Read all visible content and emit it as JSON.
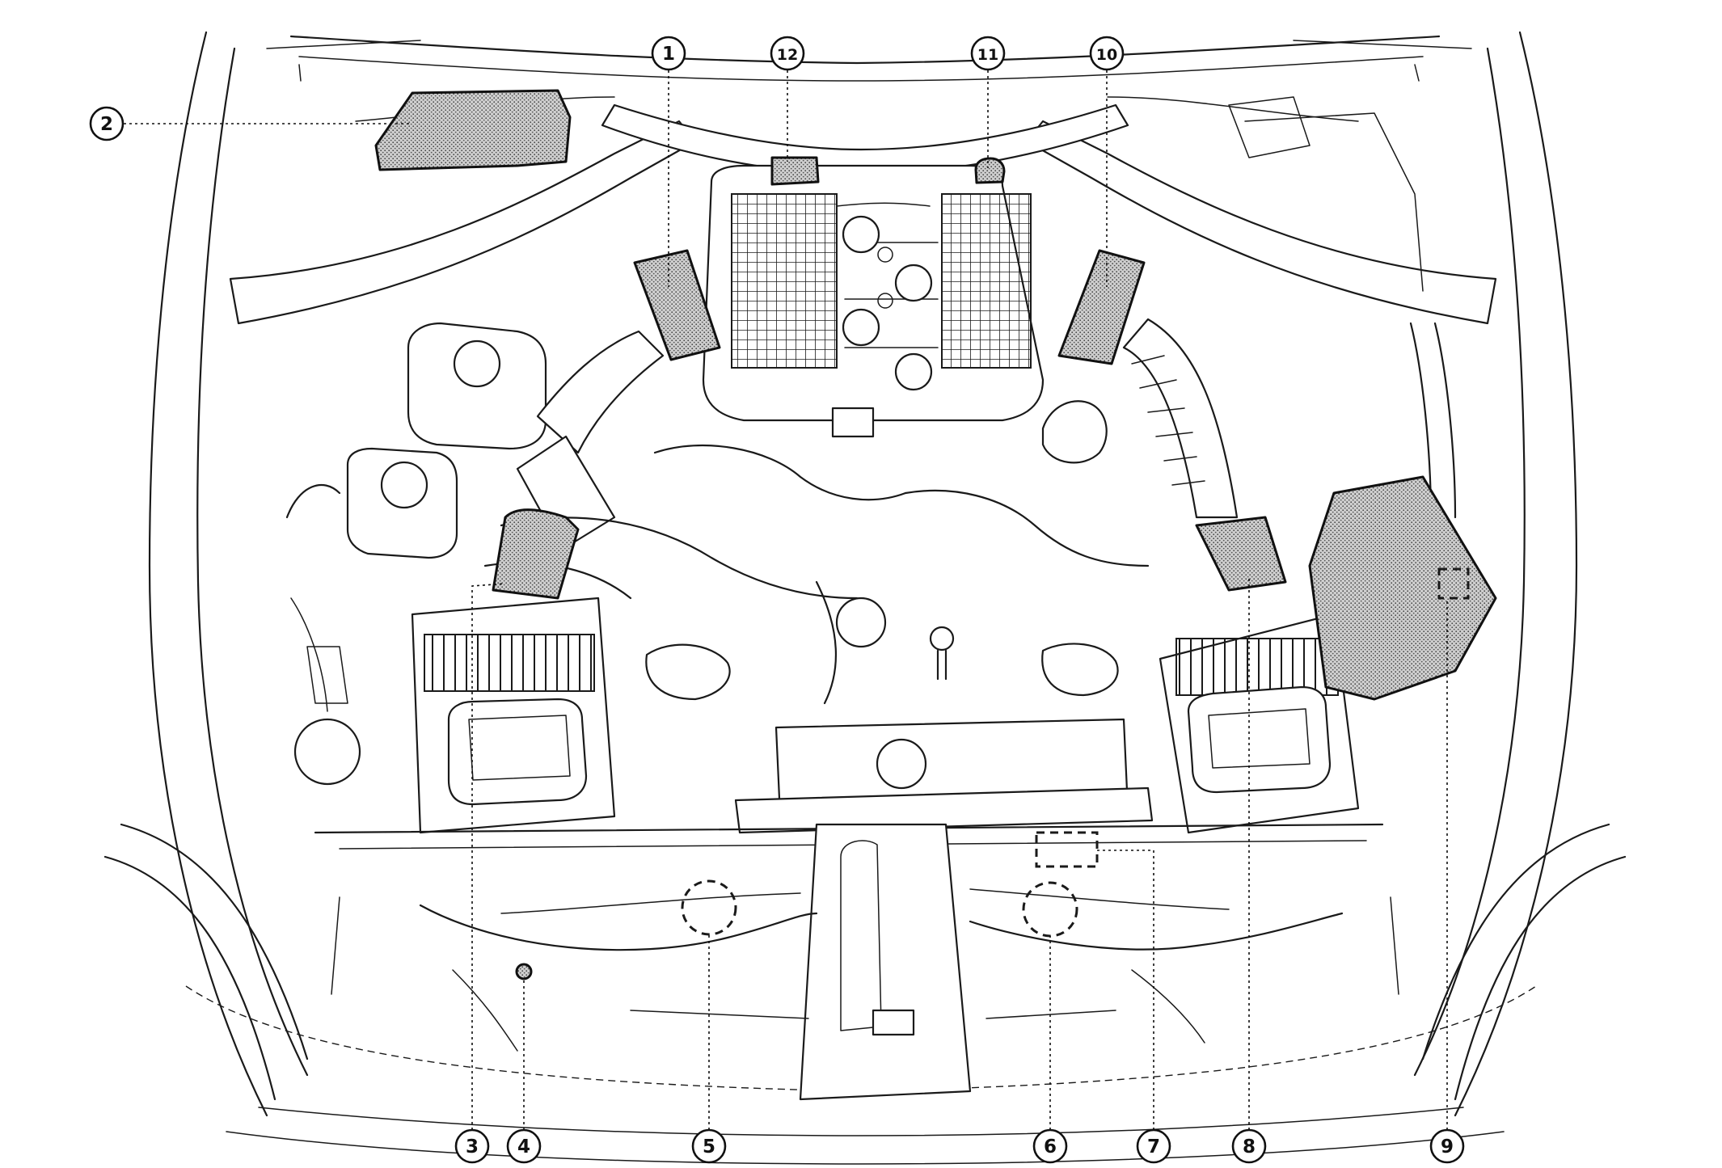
{
  "callouts": [
    {
      "id": "c1",
      "label": "1"
    },
    {
      "id": "c2",
      "label": "2"
    },
    {
      "id": "c3",
      "label": "3"
    },
    {
      "id": "c4",
      "label": "4"
    },
    {
      "id": "c5",
      "label": "5"
    },
    {
      "id": "c6",
      "label": "6"
    },
    {
      "id": "c7",
      "label": "7"
    },
    {
      "id": "c8",
      "label": "8"
    },
    {
      "id": "c9",
      "label": "9"
    },
    {
      "id": "c10",
      "label": "10"
    },
    {
      "id": "c11",
      "label": "11"
    },
    {
      "id": "c12",
      "label": "12"
    }
  ],
  "colors": {
    "line": "#1a1a1a",
    "stipple": "#8a8a8a",
    "background": "#ffffff"
  }
}
